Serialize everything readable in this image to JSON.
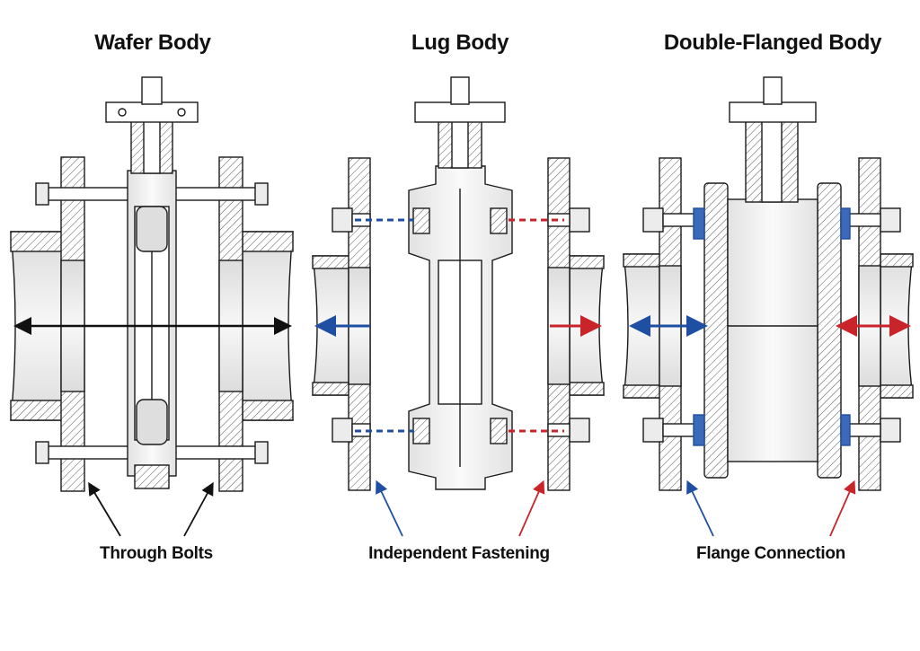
{
  "panels": [
    {
      "title": "Wafer Body",
      "caption": "Through Bolts",
      "arrow_color": "#111111"
    },
    {
      "title": "Lug Body",
      "caption": "Independent Fastening",
      "arrow_colors": [
        "#1f4fa3",
        "#c8242a"
      ]
    },
    {
      "title": "Double-Flanged Body",
      "caption": "Flange Connection",
      "arrow_colors": [
        "#1f4fa3",
        "#c8242a"
      ]
    }
  ],
  "colors": {
    "blue": "#1f4fa3",
    "red": "#c8242a",
    "line": "#1a1a1a",
    "body_fill": "#f2f2f2",
    "bore_fill": "#e6e6e6"
  }
}
